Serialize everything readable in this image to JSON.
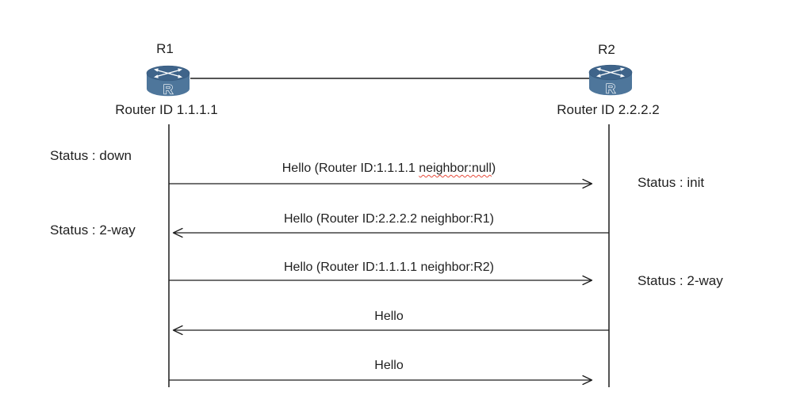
{
  "diagram": {
    "routers": [
      {
        "name": "R1",
        "router_id_caption": "Router ID 1.1.1.1"
      },
      {
        "name": "R2",
        "router_id_caption": "Router ID 2.2.2.2"
      }
    ],
    "router_icon_letter": "R",
    "statuses_r1": [
      {
        "label": "Status : down"
      },
      {
        "label": "Status : 2-way"
      }
    ],
    "statuses_r2": [
      {
        "label": "Status : init"
      },
      {
        "label": "Status : 2-way"
      }
    ],
    "messages": [
      {
        "direction": "r1-to-r2",
        "text_parts": {
          "before": "Hello (Router ID:1.1.1.1 ",
          "flagged": "neighbor:null",
          "after": ")"
        }
      },
      {
        "direction": "r2-to-r1",
        "text": "Hello (Router ID:2.2.2.2 neighbor:R1)"
      },
      {
        "direction": "r1-to-r2",
        "text": "Hello (Router ID:1.1.1.1 neighbor:R2)"
      },
      {
        "direction": "r2-to-r1",
        "text": "Hello"
      },
      {
        "direction": "r1-to-r2",
        "text": "Hello"
      }
    ],
    "colors": {
      "router_body": "#4e769b",
      "router_top": "#3f648a",
      "line": "#1c1c1c",
      "spellcheck_underline": "#e74c3c"
    }
  }
}
